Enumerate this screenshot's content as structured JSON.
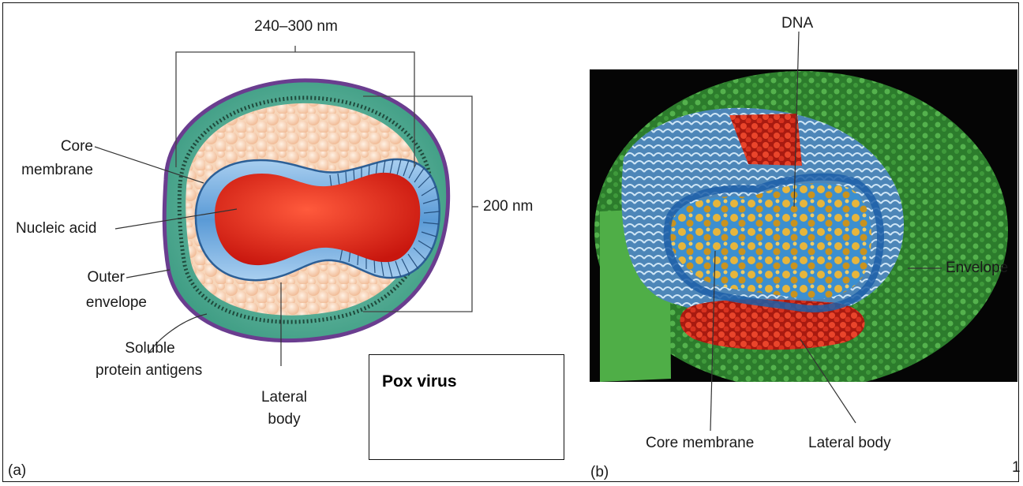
{
  "panel_a": {
    "tag": "(a)",
    "width_label": "240–300 nm",
    "height_label": "200 nm",
    "labels": {
      "core_membrane_1": "Core",
      "core_membrane_2": "membrane",
      "nucleic_acid": "Nucleic acid",
      "outer_envelope_1": "Outer",
      "outer_envelope_2": "envelope",
      "soluble_1": "Soluble",
      "soluble_2": "protein antigens",
      "lateral_body_1": "Lateral",
      "lateral_body_2": "body"
    }
  },
  "textbox": {
    "text": "Pox virus"
  },
  "panel_b": {
    "tag": "(b)",
    "labels": {
      "dna": "DNA",
      "envelope": "Envelope",
      "core_membrane": "Core membrane",
      "lateral_body": "Lateral body"
    }
  },
  "page_number": "1",
  "colors": {
    "envelope_outline": "#6a3d8f",
    "teal_layer": "#4aa88f",
    "lateral_body_fill": "#f6d2b4",
    "core_membrane_blue": "#5f9fd6",
    "nucleic_acid_red": "#e02a1c",
    "micrograph_bg": "#050505",
    "micrograph_green": "#3c9a3a",
    "micrograph_dna": "#e3b23a",
    "micrograph_red": "#e03a22"
  }
}
